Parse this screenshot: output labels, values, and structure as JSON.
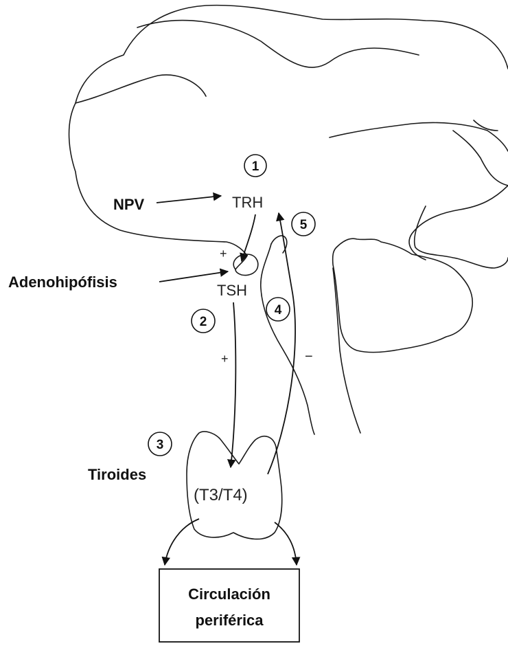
{
  "labels": {
    "npv": "NPV",
    "adenohipofisis": "Adenohipófisis",
    "tiroides": "Tiroides",
    "trh": "TRH",
    "tsh": "TSH",
    "t3t4": "(T3/T4)",
    "plus_trh": "+",
    "plus_tsh": "+",
    "minus": "−"
  },
  "steps": [
    "1",
    "2",
    "3",
    "4",
    "5"
  ],
  "output_box": {
    "line1": "Circulación",
    "line2": "periférica"
  }
}
